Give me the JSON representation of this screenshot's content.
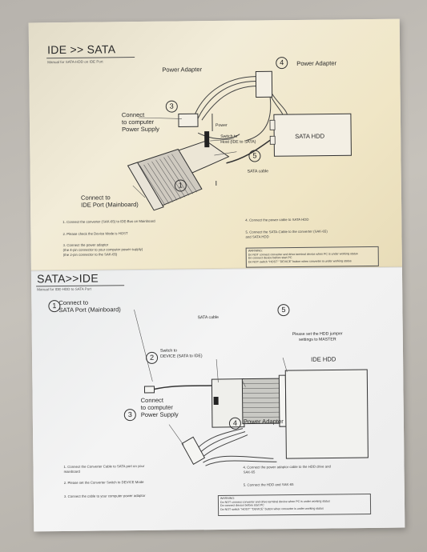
{
  "top": {
    "title": "IDE >> SATA",
    "subtitle": "Manual for SATA-HDD on IDE Port",
    "labels": {
      "power_adapter_a": "Power Adapter",
      "power_adapter_b": "Power Adapter",
      "connect_psu": "Connect\nto computer\nPower Supply",
      "power": "Power",
      "switch": "Switch to\nHost (IDE to SATA)",
      "sata_hdd": "SATA HDD",
      "sata_cable": "SATA cable",
      "ide_port": "Connect to\nIDE Port (Mainboard)"
    },
    "numbers": [
      "1",
      "3",
      "4",
      "5"
    ],
    "steps_left": [
      "1. Connect the converter (SAK-65) to IDE-Bus on Mainboard",
      "2. Please check the Device Mode is HOST",
      "3. Connect the power adaptor\n(the 4-pin connector to your computer power supply)\n(the 2-pin connector to the SAK-65)"
    ],
    "steps_right": [
      "4. Connect the power cable to SATA HDD",
      "5. Connect the SATA-Cable to the converter (SAK-65)\nand SATA HDD"
    ],
    "warning": [
      "WARNING:",
      "Do NOT connect converter and drive terminal device when PC is under working status",
      "Do connect device before start PC",
      "Do NOT switch \"HOST\" \"DEVICE\" button when converter is under working status"
    ]
  },
  "bottom": {
    "title": "SATA>>IDE",
    "subtitle": "Manual for IDE-HDD to SATA Port",
    "labels": {
      "sata_port": "Connect to\nSATA Port (Mainboard)",
      "sata_cable": "SATA cable",
      "jumper": "Please set the HDD jumper\nsettings to MASTER",
      "ide_hdd": "IDE HDD",
      "switch": "Switch to\nDEVICE (SATA to IDE)",
      "connect_psu": "Connect\nto computer\nPower Supply",
      "power_adapter": "Power Adapter"
    },
    "numbers": [
      "1",
      "2",
      "3",
      "4",
      "5"
    ],
    "steps_left": [
      "1. Connect the Converter Cable to SATA port on your\nmainboard",
      "2. Please set the Converter Switch to DEVICE Mode",
      "3. Connect the cable to your computer power adaptor"
    ],
    "steps_right": [
      "4. Connect the power adaptor cable to the HDD drive and\nSAK-65",
      "5. Connect the HDD and SAK-65"
    ],
    "warning": [
      "WARNING:",
      "Do NOT connect converter and drive terminal device when PC is under working status",
      "Do connect device before start PC",
      "Do NOT switch \"HOST\" \"DEVICE\" button when converter is under working status"
    ]
  }
}
